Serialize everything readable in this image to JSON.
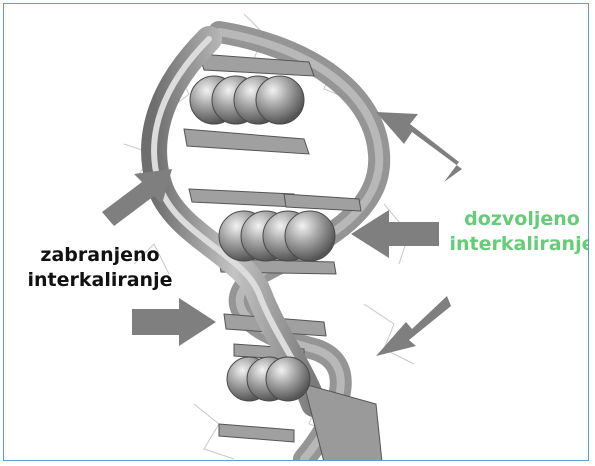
{
  "labels": {
    "forbidden": {
      "line1": "zabranjeno",
      "line2": "interkaliranje"
    },
    "allowed": {
      "line1": "dozvoljeno",
      "line2": "interkaliranje"
    }
  },
  "colors": {
    "frame_border": "#5b9bd5",
    "forbidden_text": "#111111",
    "allowed_text": "#66cc77",
    "arrow": "#7f7f7f",
    "ribbon": "#9a9a9a",
    "sphere": "#8c8c8c"
  }
}
